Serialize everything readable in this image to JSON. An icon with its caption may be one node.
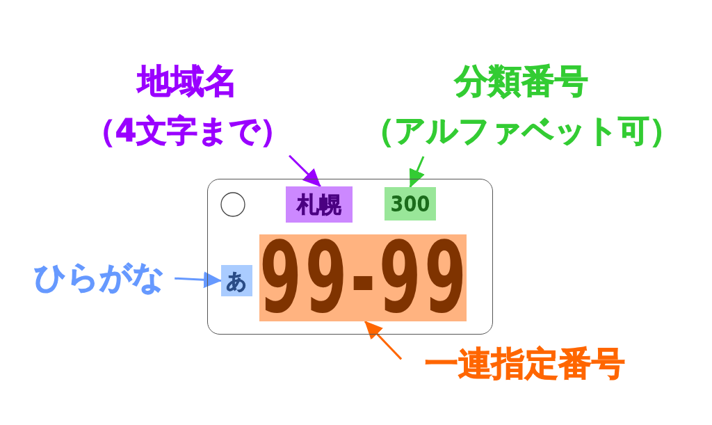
{
  "diagram": {
    "nodes": [
      {
        "text": [
          "地域名",
          "（4文字まで）"
        ]
      },
      {
        "text": [
          "分類番号",
          "（アルファベット可）"
        ]
      },
      {
        "text": [],
        "shape": "box"
      },
      {
        "text": [
          "札幌"
        ],
        "in": 2
      },
      {
        "text": [
          "300"
        ],
        "in": 2
      },
      {
        "text": [
          "ひらがな"
        ]
      },
      {
        "text": [
          "あ"
        ],
        "in": 2
      },
      {
        "text": [
          "99-99"
        ],
        "in": 2
      },
      {
        "text": [
          "一連指定番号"
        ]
      }
    ],
    "edges": [
      {
        "from": 0,
        "to": 3,
        "arrow": "to",
        "color": "#9900ff"
      },
      {
        "from": 1,
        "to": 4,
        "arrow": "to",
        "color": "#33cc33"
      },
      {
        "from": 5,
        "to": 6,
        "arrow": "to",
        "color": "#6699ff"
      },
      {
        "from": 8,
        "to": 7,
        "arrow": "to",
        "color": "#ff6600"
      }
    ]
  }
}
